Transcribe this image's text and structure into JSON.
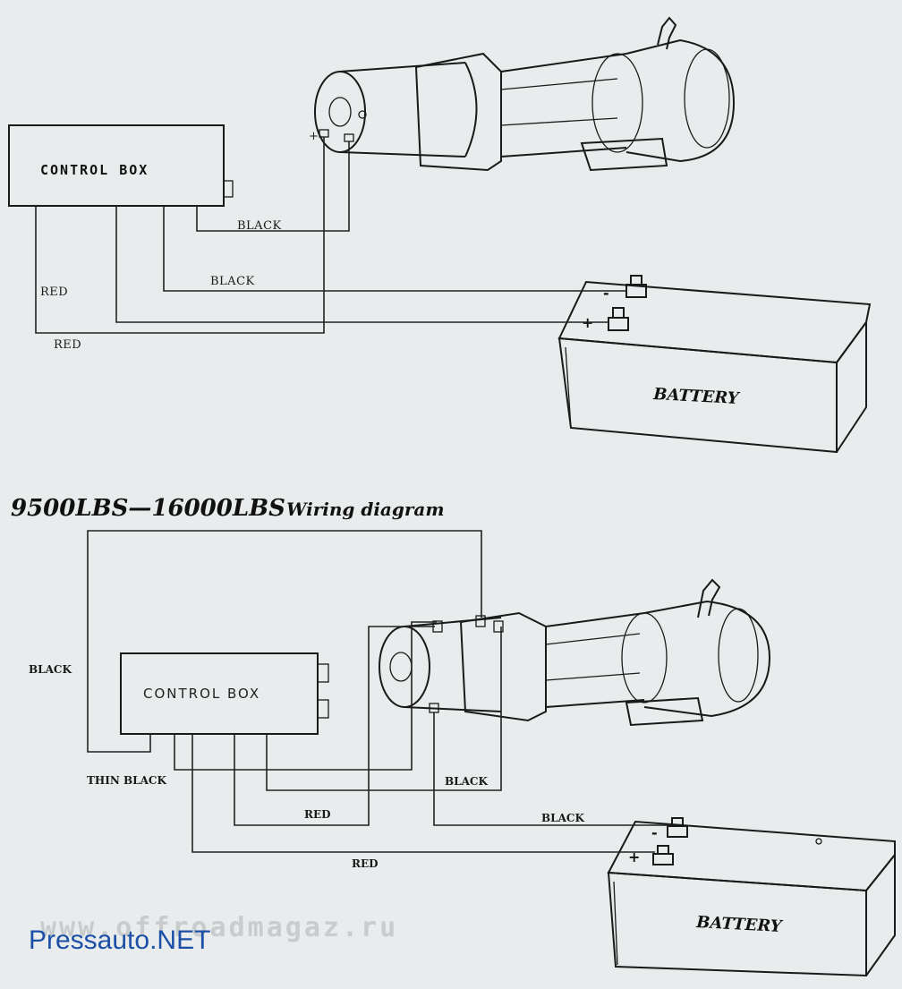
{
  "top": {
    "control_box": "CONTROL BOX",
    "wire_black_1": "BLACK",
    "wire_black_2": "BLACK",
    "wire_red_1": "RED",
    "wire_red_2": "RED",
    "battery": "BATTERY",
    "minus": "-",
    "plus": "+"
  },
  "bottom": {
    "title": "9500LBS—16000LBS",
    "subtitle": "Wiring diagram",
    "control_box": "CONTROL BOX",
    "wire_black_left": "BLACK",
    "wire_thin_black": "THIN BLACK",
    "wire_black_mid": "BLACK",
    "wire_black_right": "BLACK",
    "wire_red_1": "RED",
    "wire_red_2": "RED",
    "battery": "BATTERY",
    "minus": "-",
    "plus": "+"
  },
  "watermark": "www.offroadmagaz.ru",
  "brand": "Pressauto.NET",
  "colors": {
    "background": "#e9ecec",
    "line": "#1a1a1a",
    "brand": "#1c4fa6",
    "watermark": "#c9cccc"
  }
}
